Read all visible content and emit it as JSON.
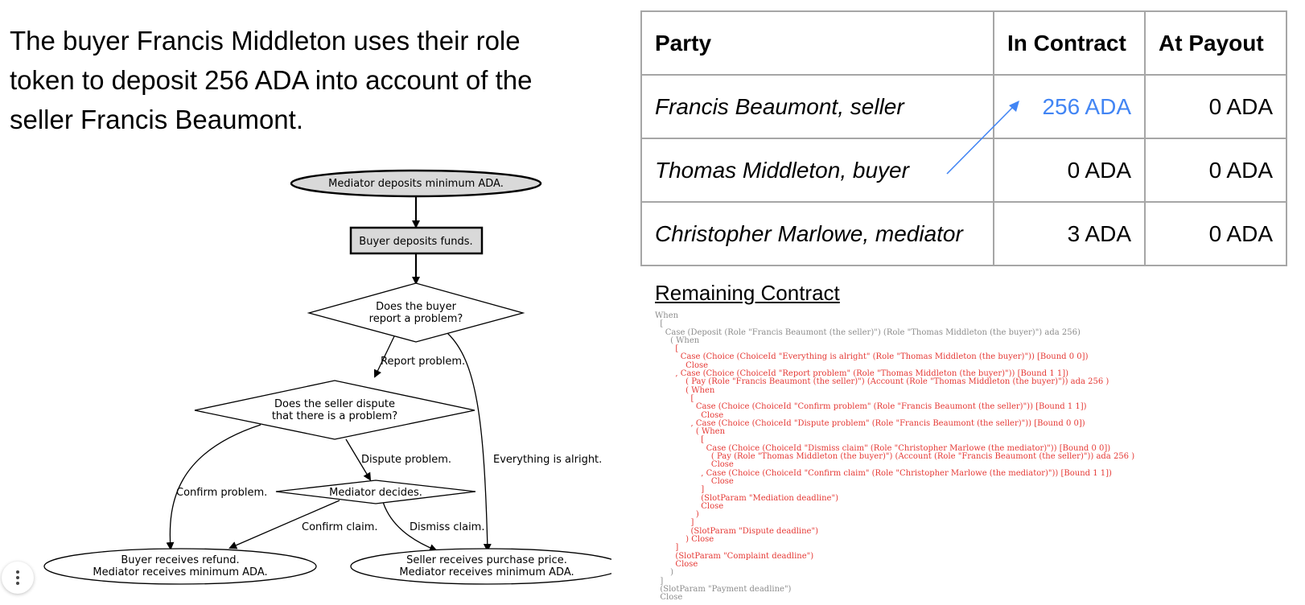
{
  "slide": {
    "description": "The buyer Francis Middleton uses their role token to deposit 256 ADA into account of the seller Francis Beaumont."
  },
  "flowchart": {
    "nodes": {
      "start": "Mediator deposits minimum ADA.",
      "deposit": "Buyer deposits funds.",
      "report_q1": "Does the buyer",
      "report_q2": "report a problem?",
      "dispute_q1": "Does the seller dispute",
      "dispute_q2": "that there is a problem?",
      "mediator": "Mediator decides.",
      "refund_1": "Buyer receives refund.",
      "refund_2": "Mediator receives minimum ADA.",
      "price_1": "Seller receives purchase price.",
      "price_2": "Mediator receives minimum ADA."
    },
    "edges": {
      "report": "Report problem.",
      "alright": "Everything is alright.",
      "dispute": "Dispute problem.",
      "confirm_problem": "Confirm problem.",
      "confirm_claim": "Confirm claim.",
      "dismiss_claim": "Dismiss claim."
    }
  },
  "ledger": {
    "headers": {
      "party": "Party",
      "in_contract": "In Contract",
      "at_payout": "At Payout"
    },
    "rows": [
      {
        "party": "Francis Beaumont, seller",
        "in_contract": "256 ADA",
        "at_payout": "0 ADA"
      },
      {
        "party": "Thomas Middleton, buyer",
        "in_contract": "0 ADA",
        "at_payout": "0 ADA"
      },
      {
        "party": "Christopher Marlowe, mediator",
        "in_contract": "3 ADA",
        "at_payout": "0 ADA"
      }
    ],
    "highlight_color": "#4285f4"
  },
  "remaining": {
    "title": "Remaining Contract",
    "code": [
      "When",
      "  [",
      "    Case (Deposit (Role \"Francis Beaumont (the seller)\") (Role \"Thomas Middleton (the buyer)\") ada 256)",
      "      ( When",
      "        [",
      "          Case (Choice (ChoiceId \"Everything is alright\" (Role \"Thomas Middleton (the buyer)\")) [Bound 0 0])",
      "            Close",
      "        , Case (Choice (ChoiceId \"Report problem\" (Role \"Thomas Middleton (the buyer)\")) [Bound 1 1])",
      "            ( Pay (Role \"Francis Beaumont (the seller)\") (Account (Role \"Thomas Middleton (the buyer)\")) ada 256 )",
      "            ( When",
      "              [",
      "                Case (Choice (ChoiceId \"Confirm problem\" (Role \"Francis Beaumont (the seller)\")) [Bound 1 1])",
      "                  Close",
      "              , Case (Choice (ChoiceId \"Dispute problem\" (Role \"Francis Beaumont (the seller)\")) [Bound 0 0])",
      "                ( When",
      "                  [",
      "                    Case (Choice (ChoiceId \"Dismiss claim\" (Role \"Christopher Marlowe (the mediator)\")) [Bound 0 0])",
      "                      ( Pay (Role \"Thomas Middleton (the buyer)\") (Account (Role \"Francis Beaumont (the seller)\")) ada 256 )",
      "                      Close",
      "                  , Case (Choice (ChoiceId \"Confirm claim\" (Role \"Christopher Marlowe (the mediator)\")) [Bound 1 1])",
      "                      Close",
      "                  ]",
      "                  (SlotParam \"Mediation deadline\")",
      "                  Close",
      "                )",
      "              ]",
      "              (SlotParam \"Dispute deadline\")",
      "            ) Close",
      "        ]",
      "        (SlotParam \"Complaint deadline\")",
      "        Close",
      "      )",
      "  ]",
      "  (SlotParam \"Payment deadline\")",
      "  Close"
    ],
    "colors": {
      "executed": "#8c8c8c",
      "remaining": "#e53935"
    }
  }
}
